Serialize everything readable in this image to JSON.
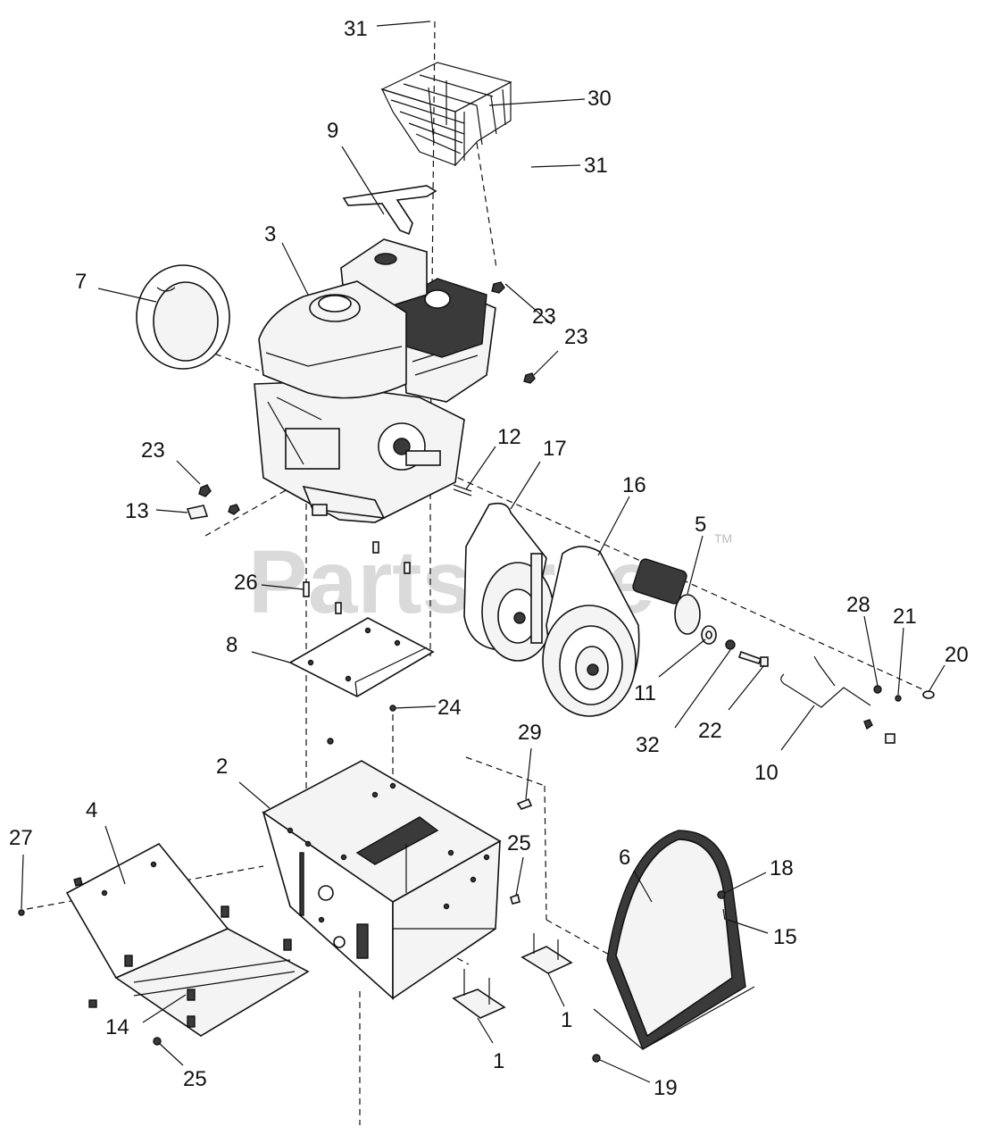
{
  "watermark": {
    "text": "PartsTree",
    "mark": "TM"
  },
  "callouts": [
    {
      "id": "c31a",
      "label": "31"
    },
    {
      "id": "c30",
      "label": "30"
    },
    {
      "id": "c31b",
      "label": "31"
    },
    {
      "id": "c9",
      "label": "9"
    },
    {
      "id": "c3",
      "label": "3"
    },
    {
      "id": "c7",
      "label": "7"
    },
    {
      "id": "c23a",
      "label": "23"
    },
    {
      "id": "c23b",
      "label": "23"
    },
    {
      "id": "c23c",
      "label": "23"
    },
    {
      "id": "c13",
      "label": "13"
    },
    {
      "id": "c12",
      "label": "12"
    },
    {
      "id": "c17",
      "label": "17"
    },
    {
      "id": "c16",
      "label": "16"
    },
    {
      "id": "c5",
      "label": "5"
    },
    {
      "id": "c26",
      "label": "26"
    },
    {
      "id": "c8",
      "label": "8"
    },
    {
      "id": "c28",
      "label": "28"
    },
    {
      "id": "c21",
      "label": "21"
    },
    {
      "id": "c20",
      "label": "20"
    },
    {
      "id": "c11",
      "label": "11"
    },
    {
      "id": "c32",
      "label": "32"
    },
    {
      "id": "c22",
      "label": "22"
    },
    {
      "id": "c10",
      "label": "10"
    },
    {
      "id": "c24",
      "label": "24"
    },
    {
      "id": "c29",
      "label": "29"
    },
    {
      "id": "c2",
      "label": "2"
    },
    {
      "id": "c4",
      "label": "4"
    },
    {
      "id": "c27",
      "label": "27"
    },
    {
      "id": "c25a",
      "label": "25"
    },
    {
      "id": "c6",
      "label": "6"
    },
    {
      "id": "c18",
      "label": "18"
    },
    {
      "id": "c15",
      "label": "15"
    },
    {
      "id": "c1a",
      "label": "1"
    },
    {
      "id": "c1b",
      "label": "1"
    },
    {
      "id": "c14",
      "label": "14"
    },
    {
      "id": "c25b",
      "label": "25"
    },
    {
      "id": "c19",
      "label": "19"
    }
  ]
}
